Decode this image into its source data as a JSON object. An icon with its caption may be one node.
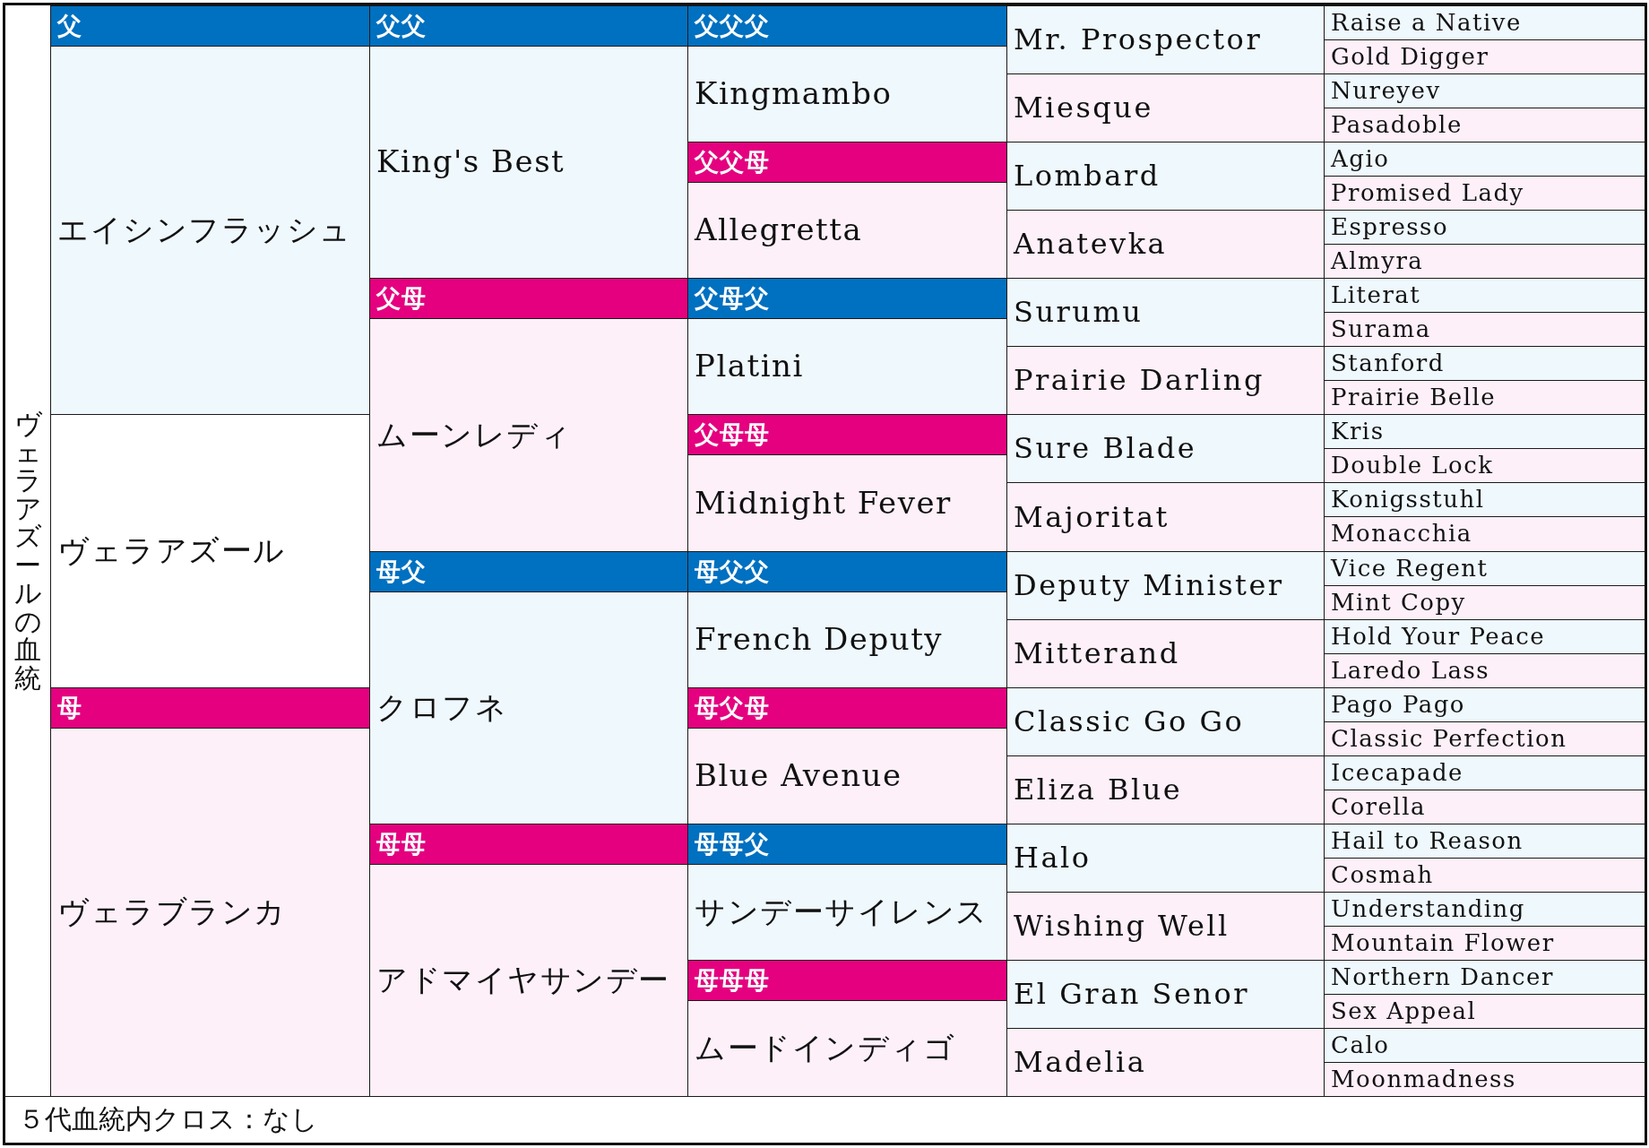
{
  "diagram": {
    "title": "ヴェラアズールの血統",
    "caption": "５代血統内クロス：なし",
    "nodes": [
      {
        "text": [
          "父",
          "エイシンフラッシュ"
        ]
      },
      {
        "text": [
          "ヴェラアズール"
        ]
      },
      {
        "text": [
          "母",
          "ヴェラブランカ"
        ]
      },
      {
        "text": [
          "父父",
          "King's Best"
        ]
      },
      {
        "text": [
          "父母",
          "ムーンレディ"
        ]
      },
      {
        "text": [
          "母父",
          "クロフネ"
        ]
      },
      {
        "text": [
          "母母",
          "アドマイヤサンデー"
        ]
      },
      {
        "text": [
          "父父父",
          "Kingmambo"
        ]
      },
      {
        "text": [
          "父父母",
          "Allegretta"
        ]
      },
      {
        "text": [
          "父母父",
          "Platini"
        ]
      },
      {
        "text": [
          "父母母",
          "Midnight Fever"
        ]
      },
      {
        "text": [
          "母父父",
          "French Deputy"
        ]
      },
      {
        "text": [
          "母父母",
          "Blue Avenue"
        ]
      },
      {
        "text": [
          "母母父",
          "サンデーサイレンス"
        ]
      },
      {
        "text": [
          "母母母",
          "ムードインディゴ"
        ]
      },
      {
        "text": [
          "Mr. Prospector"
        ]
      },
      {
        "text": [
          "Miesque"
        ]
      },
      {
        "text": [
          "Lombard"
        ]
      },
      {
        "text": [
          "Anatevka"
        ]
      },
      {
        "text": [
          "Surumu"
        ]
      },
      {
        "text": [
          "Prairie Darling"
        ]
      },
      {
        "text": [
          "Sure Blade"
        ]
      },
      {
        "text": [
          "Majoritat"
        ]
      },
      {
        "text": [
          "Deputy Minister"
        ]
      },
      {
        "text": [
          "Mitterand"
        ]
      },
      {
        "text": [
          "Classic Go Go"
        ]
      },
      {
        "text": [
          "Eliza Blue"
        ]
      },
      {
        "text": [
          "Halo"
        ]
      },
      {
        "text": [
          "Wishing Well"
        ]
      },
      {
        "text": [
          "El Gran Senor"
        ]
      },
      {
        "text": [
          "Madelia"
        ]
      },
      {
        "text": [
          "Raise a Native"
        ]
      },
      {
        "text": [
          "Gold Digger"
        ]
      },
      {
        "text": [
          "Nureyev"
        ]
      },
      {
        "text": [
          "Pasadoble"
        ]
      },
      {
        "text": [
          "Agio"
        ]
      },
      {
        "text": [
          "Promised Lady"
        ]
      },
      {
        "text": [
          "Espresso"
        ]
      },
      {
        "text": [
          "Almyra"
        ]
      },
      {
        "text": [
          "Literat"
        ]
      },
      {
        "text": [
          "Surama"
        ]
      },
      {
        "text": [
          "Stanford"
        ]
      },
      {
        "text": [
          "Prairie Belle"
        ]
      },
      {
        "text": [
          "Kris"
        ]
      },
      {
        "text": [
          "Double Lock"
        ]
      },
      {
        "text": [
          "Konigsstuhl"
        ]
      },
      {
        "text": [
          "Monacchia"
        ]
      },
      {
        "text": [
          "Vice Regent"
        ]
      },
      {
        "text": [
          "Mint Copy"
        ]
      },
      {
        "text": [
          "Hold Your Peace"
        ]
      },
      {
        "text": [
          "Laredo Lass"
        ]
      },
      {
        "text": [
          "Pago Pago"
        ]
      },
      {
        "text": [
          "Classic Perfection"
        ]
      },
      {
        "text": [
          "Icecapade"
        ]
      },
      {
        "text": [
          "Corella"
        ]
      },
      {
        "text": [
          "Hail to Reason"
        ]
      },
      {
        "text": [
          "Cosmah"
        ]
      },
      {
        "text": [
          "Understanding"
        ]
      },
      {
        "text": [
          "Mountain Flower"
        ]
      },
      {
        "text": [
          "Northern Dancer"
        ]
      },
      {
        "text": [
          "Sex Appeal"
        ]
      },
      {
        "text": [
          "Calo"
        ]
      },
      {
        "text": [
          "Moonmadness"
        ]
      }
    ]
  }
}
